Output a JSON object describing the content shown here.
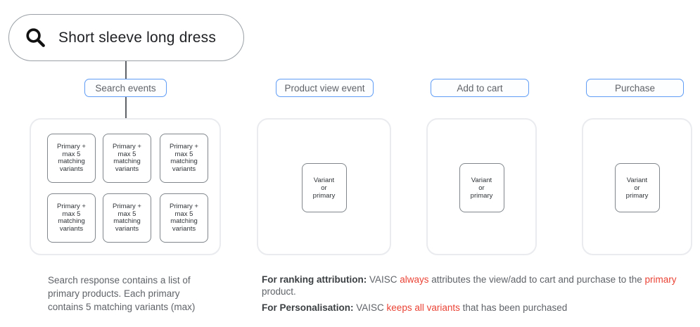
{
  "search_bar": {
    "query": "Short sleeve long dress",
    "icon": "magnifier"
  },
  "events": [
    {
      "label": "Search events"
    },
    {
      "label": "Product view event"
    },
    {
      "label": "Add to cart"
    },
    {
      "label": "Purchase"
    }
  ],
  "search_results": {
    "boxes": [
      "Primary +\nmax 5\nmatching\nvariants",
      "Primary +\nmax 5\nmatching\nvariants",
      "Primary +\nmax 5\nmatching\nvariants",
      "Primary +\nmax 5\nmatching\nvariants",
      "Primary +\nmax 5\nmatching\nvariants",
      "Primary +\nmax 5\nmatching\nvariants"
    ]
  },
  "variant_boxes": {
    "product_view": "Variant\nor\nprimary",
    "add_to_cart": "Variant\nor\nprimary",
    "purchase": "Variant\nor\nprimary"
  },
  "notes": {
    "search_note": "Search response contains a list of\nprimary products. Each primary\ncontains 5 matching variants (max)",
    "ranking_segments": [
      {
        "text": "For ranking attribution:",
        "style": "bold"
      },
      {
        "text": " VAISC ",
        "style": ""
      },
      {
        "text": "always",
        "style": "red"
      },
      {
        "text": " attributes the view/add to cart and purchase to the ",
        "style": ""
      },
      {
        "text": "primary",
        "style": "red"
      },
      {
        "text": " product.",
        "style": ""
      }
    ],
    "personalisation_segments": [
      {
        "text": "For Personalisation:",
        "style": "bold"
      },
      {
        "text": " VAISC ",
        "style": ""
      },
      {
        "text": "keeps all variants",
        "style": "red"
      },
      {
        "text": " that has been purchased",
        "style": ""
      }
    ]
  },
  "colors": {
    "accent_blue": "#5e9cf5",
    "container_gray": "#e9ebee",
    "box_border_gray": "#80868b",
    "text_gray": "#5f6368",
    "text_dark": "#202124",
    "note_red": "#ea4335"
  }
}
